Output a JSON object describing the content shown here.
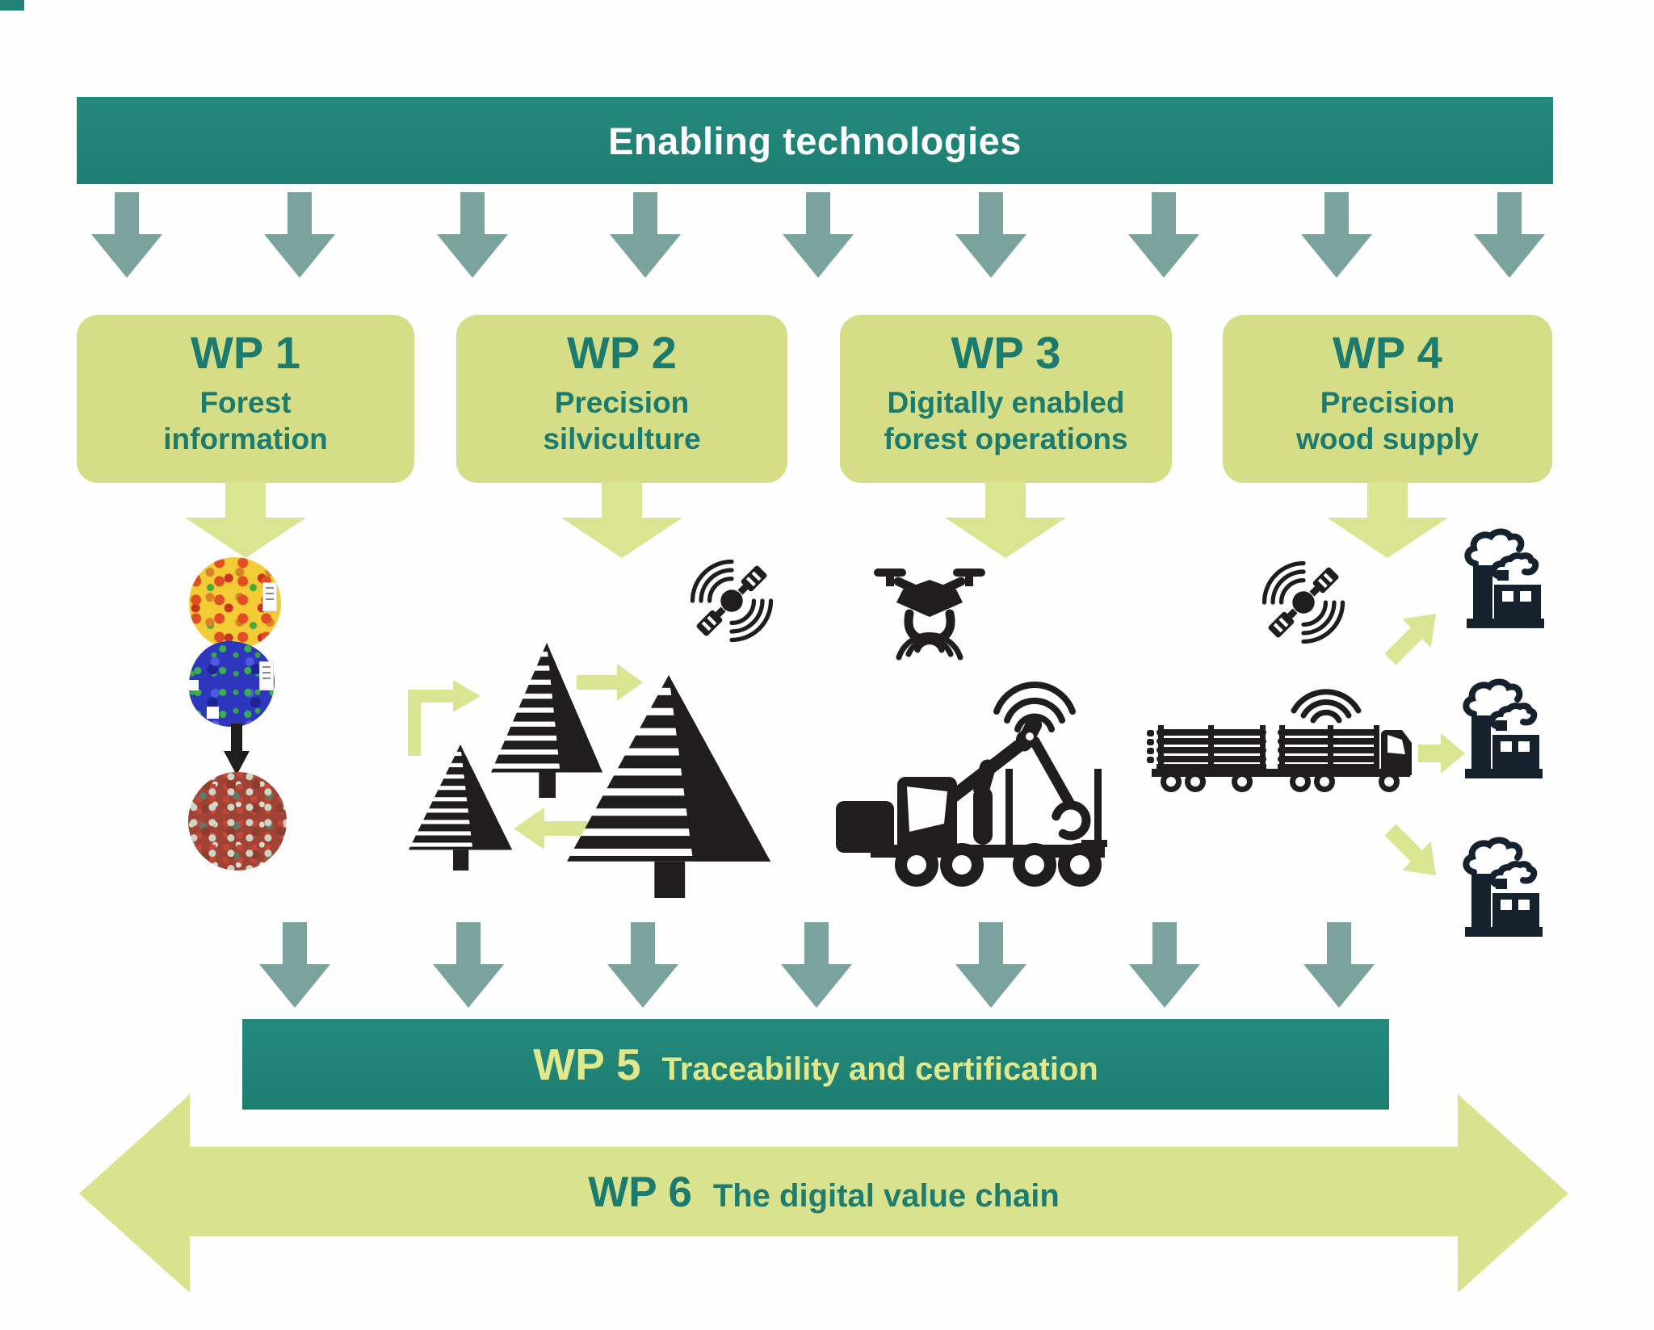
{
  "header": {
    "title": "Enabling technologies"
  },
  "work_packages": [
    {
      "title": "WP 1",
      "subtitle_lines": [
        "Forest",
        "information"
      ]
    },
    {
      "title": "WP 2",
      "subtitle_lines": [
        "Precision",
        "silviculture"
      ]
    },
    {
      "title": "WP 3",
      "subtitle_lines": [
        "Digitally enabled",
        "forest operations"
      ]
    },
    {
      "title": "WP 4",
      "subtitle_lines": [
        "Precision",
        "wood supply"
      ]
    }
  ],
  "wp5": {
    "label": "WP 5",
    "title": "Traceability and certification"
  },
  "wp6": {
    "label": "WP 6",
    "title": "The digital value chain"
  },
  "icons": {
    "wp1_column": [
      "forest-heatmap-map-circle",
      "soil-moisture-map-circle",
      "black-down-arrow",
      "aerial-forest-photo-circle"
    ],
    "wp2_cluster": [
      "gps-satellite-icon",
      "growth-cycle-arrows",
      "striped-tree-small",
      "striped-tree-medium",
      "striped-tree-large"
    ],
    "wp3_cluster": [
      "drone-icon",
      "forest-harvester-icon",
      "wifi-signal-icon"
    ],
    "wp4_cluster": [
      "gps-satellite-icon",
      "wifi-signal-icon",
      "timber-truck-icon",
      "factory-icon",
      "factory-icon",
      "factory-icon",
      "supply-arrows"
    ]
  },
  "colors": {
    "teal_banner": "#208376",
    "teal_text": "#1B7B6F",
    "box_green": "#D5DE86",
    "light_arrow_green": "#D9E591",
    "gray_arrow": "#79A39C",
    "wp5_text_green": "#DFE88A",
    "icon_black": "#201E1C",
    "factory_navy": "#15222E"
  }
}
